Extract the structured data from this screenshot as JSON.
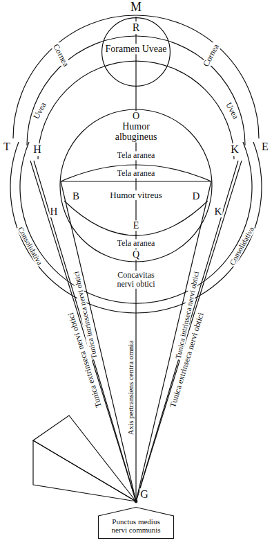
{
  "diagram": {
    "nodes": [
      {
        "text": [
          "R"
        ]
      },
      {
        "text": [
          "Punctus medius nervi communis"
        ]
      }
    ],
    "labels": [
      "M",
      "Cornea",
      "Cornea",
      "Foramen Uveae",
      "Uvea",
      "Uvea",
      "T",
      "H",
      "K",
      "E",
      "Humor albugineus",
      "O",
      "Tela aranea",
      "Tela aranea",
      "H",
      "B",
      "D",
      "K",
      "Humor vitreus",
      "E",
      "Tela aranea",
      "Q",
      "Concavitas nervi obtici",
      "Consolidativa",
      "Consolidativa",
      "Tunica extrinseca nervi obtici",
      "Tunica intrinseca nervi obtici",
      "Axis pertransiens centra omnia",
      "Tunica intrinseca nervi obtici",
      "Tunica extrinseca nervi obtici",
      "G"
    ]
  }
}
